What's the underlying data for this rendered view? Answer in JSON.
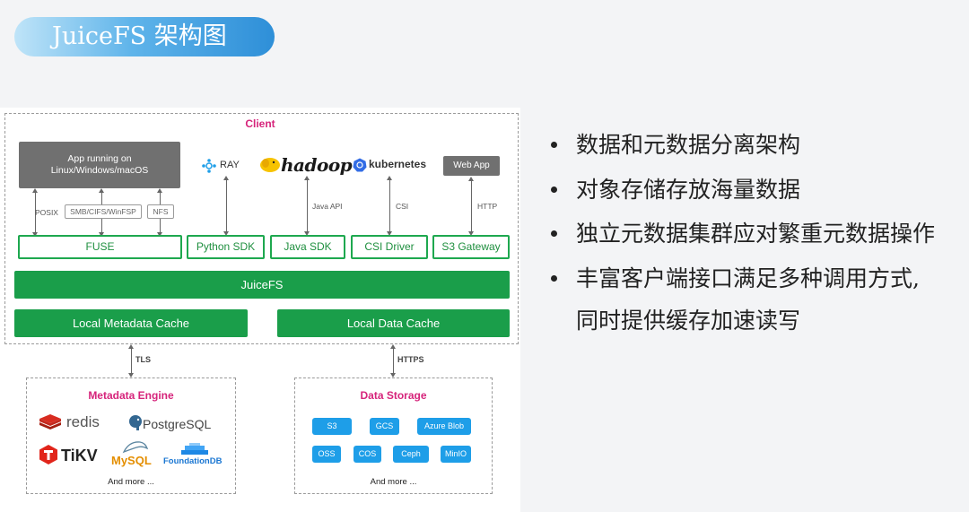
{
  "title": "JuiceFS 架构图",
  "diagram": {
    "client_title": "Client",
    "app_box": {
      "line1": "App running on",
      "line2": "Linux/Windows/macOS"
    },
    "protocols": {
      "posix": "POSIX",
      "smb": "SMB/CIFS/WinFSP",
      "nfs": "NFS"
    },
    "logos": {
      "ray": "RAY",
      "hadoop": "hadoop",
      "kubernetes": "kubernetes"
    },
    "web_app": "Web App",
    "connectors": {
      "java_api": "Java API",
      "csi": "CSI",
      "http": "HTTP"
    },
    "clients": [
      "FUSE",
      "Python SDK",
      "Java SDK",
      "CSI Driver",
      "S3 Gateway"
    ],
    "juicefs": "JuiceFS",
    "local_metadata_cache": "Local Metadata Cache",
    "local_data_cache": "Local Data Cache",
    "tls": "TLS",
    "https": "HTTPS",
    "metadata_engine": {
      "title": "Metadata Engine",
      "engines": {
        "redis": "redis",
        "postgresql": "PostgreSQL",
        "tikv": "TiKV",
        "mysql": "MySQL",
        "foundationdb": "FoundationDB"
      },
      "more": "And more ..."
    },
    "data_storage": {
      "title": "Data Storage",
      "row1": [
        "S3",
        "GCS",
        "Azure Blob"
      ],
      "row2": [
        "OSS",
        "COS",
        "Ceph",
        "MinIO"
      ],
      "more": "And more ..."
    }
  },
  "bullets": [
    "数据和元数据分离架构",
    "对象存储存放海量数据",
    "独立元数据集群应对繁重元数据操作",
    "丰富客户端接口满足多种调用方式,"
  ],
  "bullet_continuation": "同时提供缓存加速读写"
}
